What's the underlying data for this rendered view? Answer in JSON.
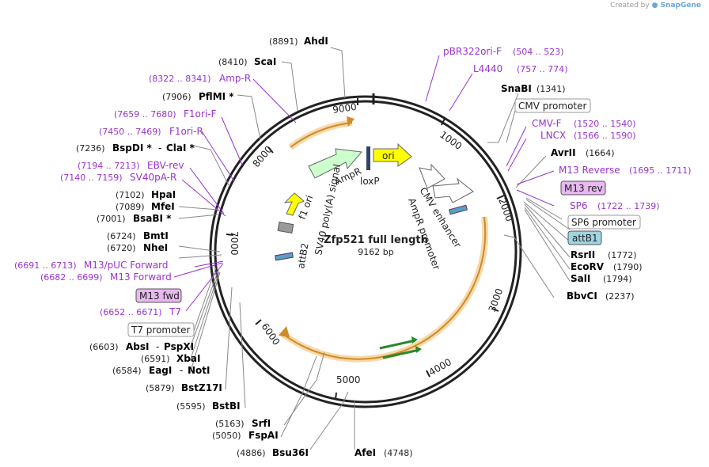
{
  "credit": {
    "prefix": "Created by",
    "brand": "SnapGene"
  },
  "plasmid": {
    "name": "Zfp521 full length",
    "size": "9162 bp"
  },
  "ruler": [
    "1000",
    "2000",
    "3000",
    "4000",
    "5000",
    "6000",
    "7000",
    "8000",
    "9000"
  ],
  "features": {
    "ori": "ori",
    "loxP": "loxP",
    "AmpR": "AmpR",
    "f1_ori": "f1 ori",
    "SV40_polyA": "SV40 poly(A) signal",
    "attB2": "attB2",
    "CMV_enhancer": "CMV enhancer",
    "AmpR_promoter": "AmpR promoter"
  },
  "labels_right": {
    "pBR322ori_F": "pBR322ori-F",
    "pBR322ori_F_range": "(504 .. 523)",
    "L4440": "L4440",
    "L4440_range": "(757 .. 774)",
    "SnaBI": "SnaBI",
    "SnaBI_pos": "(1341)",
    "CMV_promoter": "CMV promoter",
    "CMV_F": "CMV-F",
    "CMV_F_range": "(1520 .. 1540)",
    "LNCX": "LNCX",
    "LNCX_range": "(1566 .. 1590)",
    "AvrII": "AvrII",
    "AvrII_pos": "(1664)",
    "M13_Reverse": "M13 Reverse",
    "M13_Reverse_range": "(1695 .. 1711)",
    "M13_rev": "M13 rev",
    "SP6": "SP6",
    "SP6_range": "(1722 .. 1739)",
    "SP6_promoter": "SP6 promoter",
    "attB1": "attB1",
    "RsrII": "RsrII",
    "RsrII_pos": "(1772)",
    "EcoRV": "EcoRV",
    "EcoRV_pos": "(1790)",
    "SalI": "SalI",
    "SalI_pos": "(1794)",
    "BbvCI": "BbvCI",
    "BbvCI_pos": "(2237)"
  },
  "labels_left": {
    "AhdI": "AhdI",
    "AhdI_pos": "(8891)",
    "ScaI": "ScaI",
    "ScaI_pos": "(8410)",
    "AmpR_primer": "Amp-R",
    "AmpR_primer_range": "(8322 .. 8341)",
    "PflMI": "PflMI *",
    "PflMI_pos": "(7906)",
    "F1ori_F": "F1ori-F",
    "F1ori_F_range": "(7659 .. 7680)",
    "F1ori_R": "F1ori-R",
    "F1ori_R_range": "(7450 .. 7469)",
    "BspDI": "BspDI *",
    "ClaI": "ClaI *",
    "BspDI_pos": "(7236)",
    "EBV_rev": "EBV-rev",
    "EBV_rev_range": "(7194 .. 7213)",
    "SV40pA_R": "SV40pA-R",
    "SV40pA_R_range": "(7140 .. 7159)",
    "HpaI": "HpaI",
    "HpaI_pos": "(7102)",
    "MfeI": "MfeI",
    "MfeI_pos": "(7089)",
    "BsaBI": "BsaBI *",
    "BsaBI_pos": "(7001)",
    "BmtI": "BmtI",
    "BmtI_pos": "(6724)",
    "NheI": "NheI",
    "NheI_pos": "(6720)",
    "M13pUC_Forward": "M13/pUC Forward",
    "M13pUC_Forward_range": "(6691 .. 6713)",
    "M13_Forward": "M13 Forward",
    "M13_Forward_range": "(6682 .. 6699)",
    "M13_fwd": "M13 fwd",
    "T7": "T7",
    "T7_range": "(6652 .. 6671)",
    "T7_promoter": "T7 promoter",
    "AbsI": "AbsI",
    "PspXI": "PspXI",
    "AbsI_pos": "(6603)",
    "XbaI": "XbaI",
    "XbaI_pos": "(6591)",
    "EagI": "EagI",
    "NotI": "NotI",
    "EagI_pos": "(6584)",
    "BstZ17I": "BstZ17I",
    "BstZ17I_pos": "(5879)",
    "BstBI": "BstBI",
    "BstBI_pos": "(5595)",
    "SrfI": "SrfI",
    "SrfI_pos": "(5163)",
    "FspAI": "FspAI",
    "FspAI_pos": "(5050)",
    "Bsu36I": "Bsu36I",
    "Bsu36I_pos": "(4886)",
    "AfeI": "AfeI",
    "AfeI_pos": "(4748)"
  },
  "colors": {
    "primer": "#9933cc",
    "ori": "#ffff00",
    "ampr": "#ccffcc",
    "orf": "#e8a33d",
    "attB1": "#a0d4e0",
    "m13": "#e8b8f0"
  }
}
